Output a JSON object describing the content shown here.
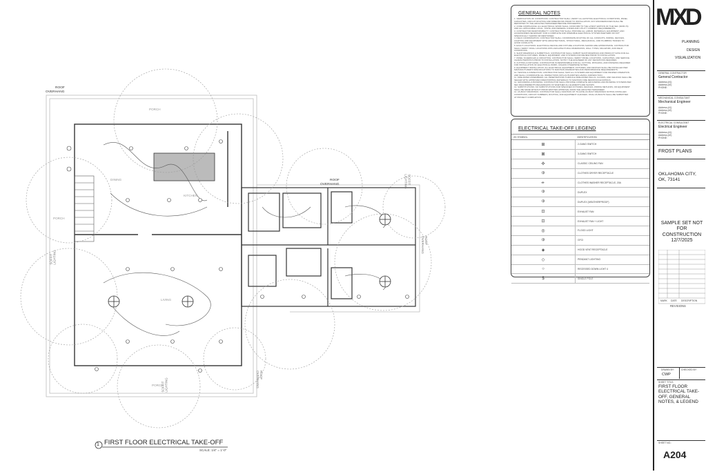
{
  "plan": {
    "title_number": "1",
    "title": "FIRST FLOOR ELECTRICAL TAKE-OFF",
    "scale": "SCALE: 1/4\" = 1'-0\"",
    "labels": {
      "roof_overhang_1": "ROOF\nOVERHANG",
      "roof_overhang_2": "ROOF\nOVERHANG",
      "roof_overhang_3": "ROOF\nOVERHANG",
      "roof_overhang_4": "ROOF\nOVERHANG",
      "soffit_1": "SOFFIT\nLIGHTING",
      "soffit_2": "SOFFIT\nLIGHTING",
      "soffit_3": "SOFFIT\nLIGHTING",
      "porch_top": "PORCH",
      "porch_left": "PORCH",
      "porch_bottom": "PORCH",
      "dining": "DINING",
      "kitchen": "KITCHEN",
      "living": "LIVING"
    }
  },
  "general_notes": {
    "title": "GENERAL NOTES",
    "lines": [
      "1. VERIFICATION OF CONDITIONS: CONTRACTOR SHALL VERIFY ALL EXISTING ELECTRICAL CONDITIONS, PANEL",
      "   CAPACITIES, CIRCUIT ROUTING AND DIMENSIONS PRIOR TO INSTALLATION. ANY DISCREPANCIES SHALL BE",
      "   REPORTED TO THE ARCHITECT/ENGINEER BEFORE PROCEEDING.",
      "2. CODE COMPLIANCE: ALL ELECTRICAL WORK SHALL CONFORM TO THE LATEST EDITION OF THE NEC (NFPA 70)",
      "   AND ALL APPLICABLE LOCAL, STATE, AND FEDERAL CODES AND UTILITY COMPANY REQUIREMENTS.",
      "3. CONTRACTOR RESPONSIBILITY: CONTRACTOR SHALL PROVIDE ALL LABOR, MATERIALS, EQUIPMENT, AND",
      "   ACCESSORIES NECESSARY FOR A COMPLETE AND OPERABLE ELECTRICAL SYSTEM WHETHER OR NOT",
      "   SPECIFICALLY SHOWN OR MENTIONED.",
      "4. FIELD COORDINATION: CONTRACTOR SHALL COORDINATE ROUTING OF ALL CONDUITS, WIRING, DEVICES,",
      "   LIGHTING AND EQUIPMENT WITH ARCHITECTURAL, STRUCTURAL, MECHANICAL, AND PLUMBING TRADES TO",
      "   AVOID CONFLICTS.",
      "5. EXACT LOCATIONS: ELECTRICAL DEVICE AND FIXTURE LOCATIONS SHOWN ARE APPROXIMATE. CONTRACTOR",
      "   SHALL VERIFY FINAL LOCATIONS WITH ARCHITECTURAL DIMENSIONS, WALL TYPES, MILLWORK, AND FIELD",
      "   CONDITIONS.",
      "6. SHOP DRAWINGS & SUBMITTALS: CONTRACTOR SHALL SUBMIT SHOP DRAWINGS AND PRODUCT DATA FOR ALL",
      "   ELECTRICAL FIXTURES, PANELS, EQUIPMENT, AND SYSTEMS FOR REVIEW PRIOR TO INSTALLATION.",
      "7. PANEL SCHEDULES & CIRCUITING: CONTRACTOR SHALL VERIFY PANEL LOCATIONS, CAPACITIES, AND SERVICE",
      "   CHARACTERISTICS PRIOR TO INSTALLATION. NOTIFY THE ENGINEER OF ANY DEVIATIONS REQUIRED.",
      "8. CUTTING & PATCHING: CONTRACTOR IS RESPONSIBLE FOR ALL CUTTING, PATCHING, AND FINISHING REQUIRED",
      "   FOR INSTALLATION OF ELECTRICAL WORK, UNLESS OTHERWISE NOTED.",
      "9. EQUIPMENT INSTALLATION: ALL ELECTRICAL EQUIPMENT, FIXTURES, AND DEVICES SHALL BE INSTALLED PER",
      "   MANUFACTURER'S SPECIFICATIONS TO MAINTAIN WARRANTIES AND PERFORMANCE REQUIREMENTS.",
      "10. TESTING & INSPECTION: CONTRACTOR SHALL TEST ALL SYSTEMS AND EQUIPMENT FOR PROPER OPERATION",
      "    AND SHALL COORDINATE ALL INSPECTIONS WITH AUTHORITIES HAVING JURISDICTION.",
      "11. FIRE-RATED ASSEMBLIES: ALL PENETRATIONS THROUGH FIRE-RATED WALLS, FLOORS, AND CEILINGS SHALL BE",
      "    SEALED WITH APPROVED FIRESTOPPING MATERIALS TO MAINTAIN FIRE RESISTANCE RATINGS.",
      "12. GROUNDING & BONDING: CONTRACTOR SHALL PROVIDE COMPLETE GROUNDING AND BONDING SYSTEMS PER",
      "    NEC REQUIREMENTS REGARDLESS OF WHETHER ALL ELEMENTS ARE SHOWN.",
      "13. SUBSTITUTIONS: NO SUBSTITUTIONS FOR SPECIFIED FIXTURES, DEVICES, WIRING METHODS, OR EQUIPMENT",
      "    SHALL BE MADE WITHOUT PRIOR WRITTEN APPROVAL FROM THE ARCHITECT/ENGINEER.",
      "14. AS-BUILT DRAWINGS: CONTRACTOR SHALL MAINTAIN UP-TO-DATE AS-BUILT DRAWINGS NOTING INSTALLED",
      "    CONDITIONS, CIRCUIT NUMBERS, ROUTING, AND EQUIPMENT CHANGES. FINAL AS-BUILTS SHALL BE SUBMITTED",
      "    AT PROJECT COMPLETION."
    ]
  },
  "legend": {
    "title": "ELECTRICAL TAKE-OFF LEGEND",
    "col_symbol": "2D SYMBOL",
    "col_ident": "IDENTIFICATION",
    "rows": [
      {
        "sym": "⊞",
        "ident": "2-GANG SWITCH"
      },
      {
        "sym": "⊠",
        "ident": "3-GANG SWITCH"
      },
      {
        "sym": "✣",
        "ident": "CLASSIC CEILING FAN"
      },
      {
        "sym": "⦶",
        "ident": "CLOTHES DRYER RECEPTACLE"
      },
      {
        "sym": "⦵",
        "ident": "CLOTHES WASHER RECEPTACLE, 20A"
      },
      {
        "sym": "⦶",
        "ident": "DUPLEX"
      },
      {
        "sym": "⦶",
        "ident": "DUPLEX (WEATHERPROOF)"
      },
      {
        "sym": "⊡",
        "ident": "EXHAUST FAN"
      },
      {
        "sym": "⊡",
        "ident": "EXHAUST FAN + LIGHT"
      },
      {
        "sym": "◎",
        "ident": "FLOOD LIGHT"
      },
      {
        "sym": "⦶",
        "ident": "GFCI"
      },
      {
        "sym": "◈",
        "ident": "HOOD VENT RECEPTACLE"
      },
      {
        "sym": "◇",
        "ident": "PENDANT LIGHTING"
      },
      {
        "sym": "○",
        "ident": "RECESSED DOWN LIGHT 4"
      },
      {
        "sym": "$",
        "ident": "SINGLE POLE"
      }
    ]
  },
  "title_block": {
    "logo": "MXD",
    "tags": [
      "PLANNING",
      "DESIGN",
      "VISUALIZATION"
    ],
    "general_contractor_cap": "GENERAL CONTRACTOR",
    "general_contractor": "General Contractor",
    "gc_lines": [
      "Address (#1)",
      "Address (#2)",
      "PHONE:"
    ],
    "mech_cap": "MECHANICAL CONSULTANT",
    "mech": "Mechanical Engineer",
    "mech_lines": [
      "Address (#1)",
      "Address (#2)",
      "PHONE:"
    ],
    "elec_cap": "ELECTRICAL CONSULTANT",
    "elec": "Electrical Engineer",
    "elec_lines": [
      "Address (#1)",
      "Address (#2)",
      "PHONE:"
    ],
    "project": "FROST PLANS",
    "city": "OKLAHOMA CITY, OK, 73141",
    "sample_set": "SAMPLE SET NOT FOR CONSTRUCTION 12/7/2025",
    "rev_cols": [
      "MARK",
      "DATE",
      "DESCRIPTION"
    ],
    "revisions": "REVISIONS",
    "drawn_by_cap": "DRAWN BY:",
    "checked_by_cap": "CHECKED BY:",
    "drawn_by": "CWP",
    "sheet_title_cap": "SHEET TITLE:",
    "sheet_title": "FIRST FLOOR ELECTRICAL TAKE-OFF, GENERAL NOTES, & LEGEND",
    "sheet_no_cap": "SHEET NO.:",
    "sheet_no": "A204"
  }
}
